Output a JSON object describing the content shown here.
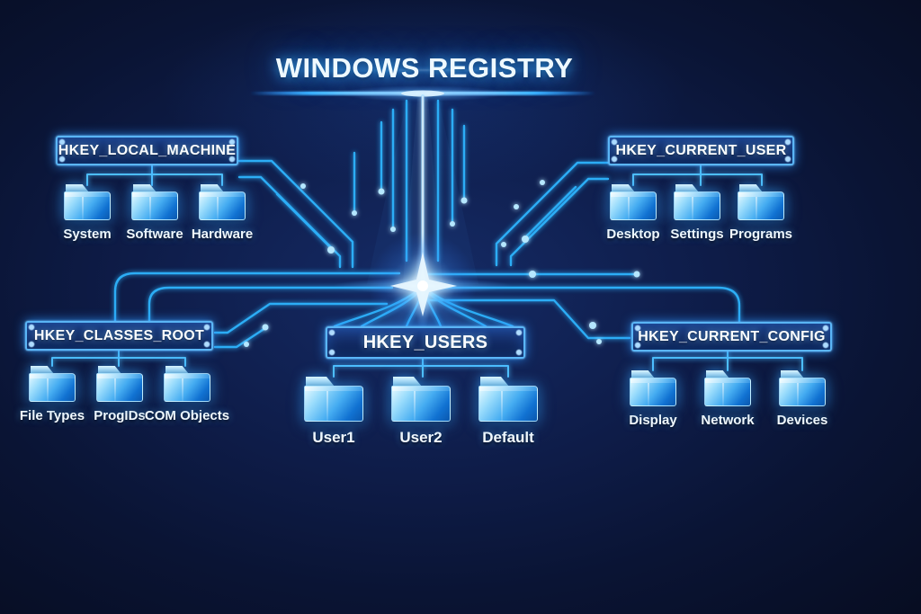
{
  "title": "WINDOWS REGISTRY",
  "colors": {
    "background": "#0a1434",
    "trace_accent": "#2eb5ff",
    "glow": "#9fe0ff",
    "box_border": "#5fbeff",
    "box_fill": "#12275c",
    "folder_light": "#cdeffe",
    "folder_dark": "#0a57ae",
    "label_text": "#f4fbff"
  },
  "icons": {
    "folder": "folder-icon",
    "starburst": "starburst-icon",
    "circuit": "circuit-traces"
  },
  "groups": [
    {
      "label": "HKEY_LOCAL_MACHINE",
      "children": [
        "System",
        "Software",
        "Hardware"
      ]
    },
    {
      "label": "HKEY_CURRENT_USER",
      "children": [
        "Desktop",
        "Settings",
        "Programs"
      ]
    },
    {
      "label": "HKEY_CLASSES_ROOT",
      "children": [
        "File Types",
        "ProgIDs",
        "COM Objects"
      ]
    },
    {
      "label": "HKEY_USERS",
      "children": [
        "User1",
        "User2",
        "Default"
      ]
    },
    {
      "label": "HKEY_CURRENT_CONFIG",
      "children": [
        "Display",
        "Network",
        "Devices"
      ]
    }
  ]
}
